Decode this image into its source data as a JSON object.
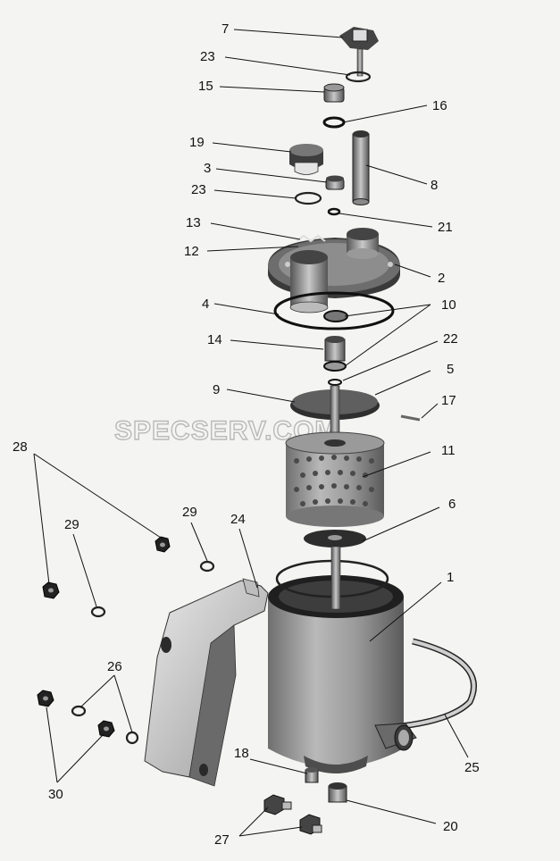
{
  "watermark": "SPECSERV.COM",
  "labels": [
    {
      "id": "7",
      "text": "7"
    },
    {
      "id": "23a",
      "text": "23"
    },
    {
      "id": "15",
      "text": "15"
    },
    {
      "id": "16",
      "text": "16"
    },
    {
      "id": "19",
      "text": "19"
    },
    {
      "id": "3",
      "text": "3"
    },
    {
      "id": "8",
      "text": "8"
    },
    {
      "id": "23b",
      "text": "23"
    },
    {
      "id": "21",
      "text": "21"
    },
    {
      "id": "13",
      "text": "13"
    },
    {
      "id": "12",
      "text": "12"
    },
    {
      "id": "2",
      "text": "2"
    },
    {
      "id": "4",
      "text": "4"
    },
    {
      "id": "10",
      "text": "10"
    },
    {
      "id": "14",
      "text": "14"
    },
    {
      "id": "22",
      "text": "22"
    },
    {
      "id": "9",
      "text": "9"
    },
    {
      "id": "5",
      "text": "5"
    },
    {
      "id": "17",
      "text": "17"
    },
    {
      "id": "28",
      "text": "28"
    },
    {
      "id": "11",
      "text": "11"
    },
    {
      "id": "29a",
      "text": "29"
    },
    {
      "id": "29b",
      "text": "29"
    },
    {
      "id": "24",
      "text": "24"
    },
    {
      "id": "6",
      "text": "6"
    },
    {
      "id": "1",
      "text": "1"
    },
    {
      "id": "26",
      "text": "26"
    },
    {
      "id": "30",
      "text": "30"
    },
    {
      "id": "18",
      "text": "18"
    },
    {
      "id": "25",
      "text": "25"
    },
    {
      "id": "20",
      "text": "20"
    },
    {
      "id": "27",
      "text": "27"
    }
  ]
}
